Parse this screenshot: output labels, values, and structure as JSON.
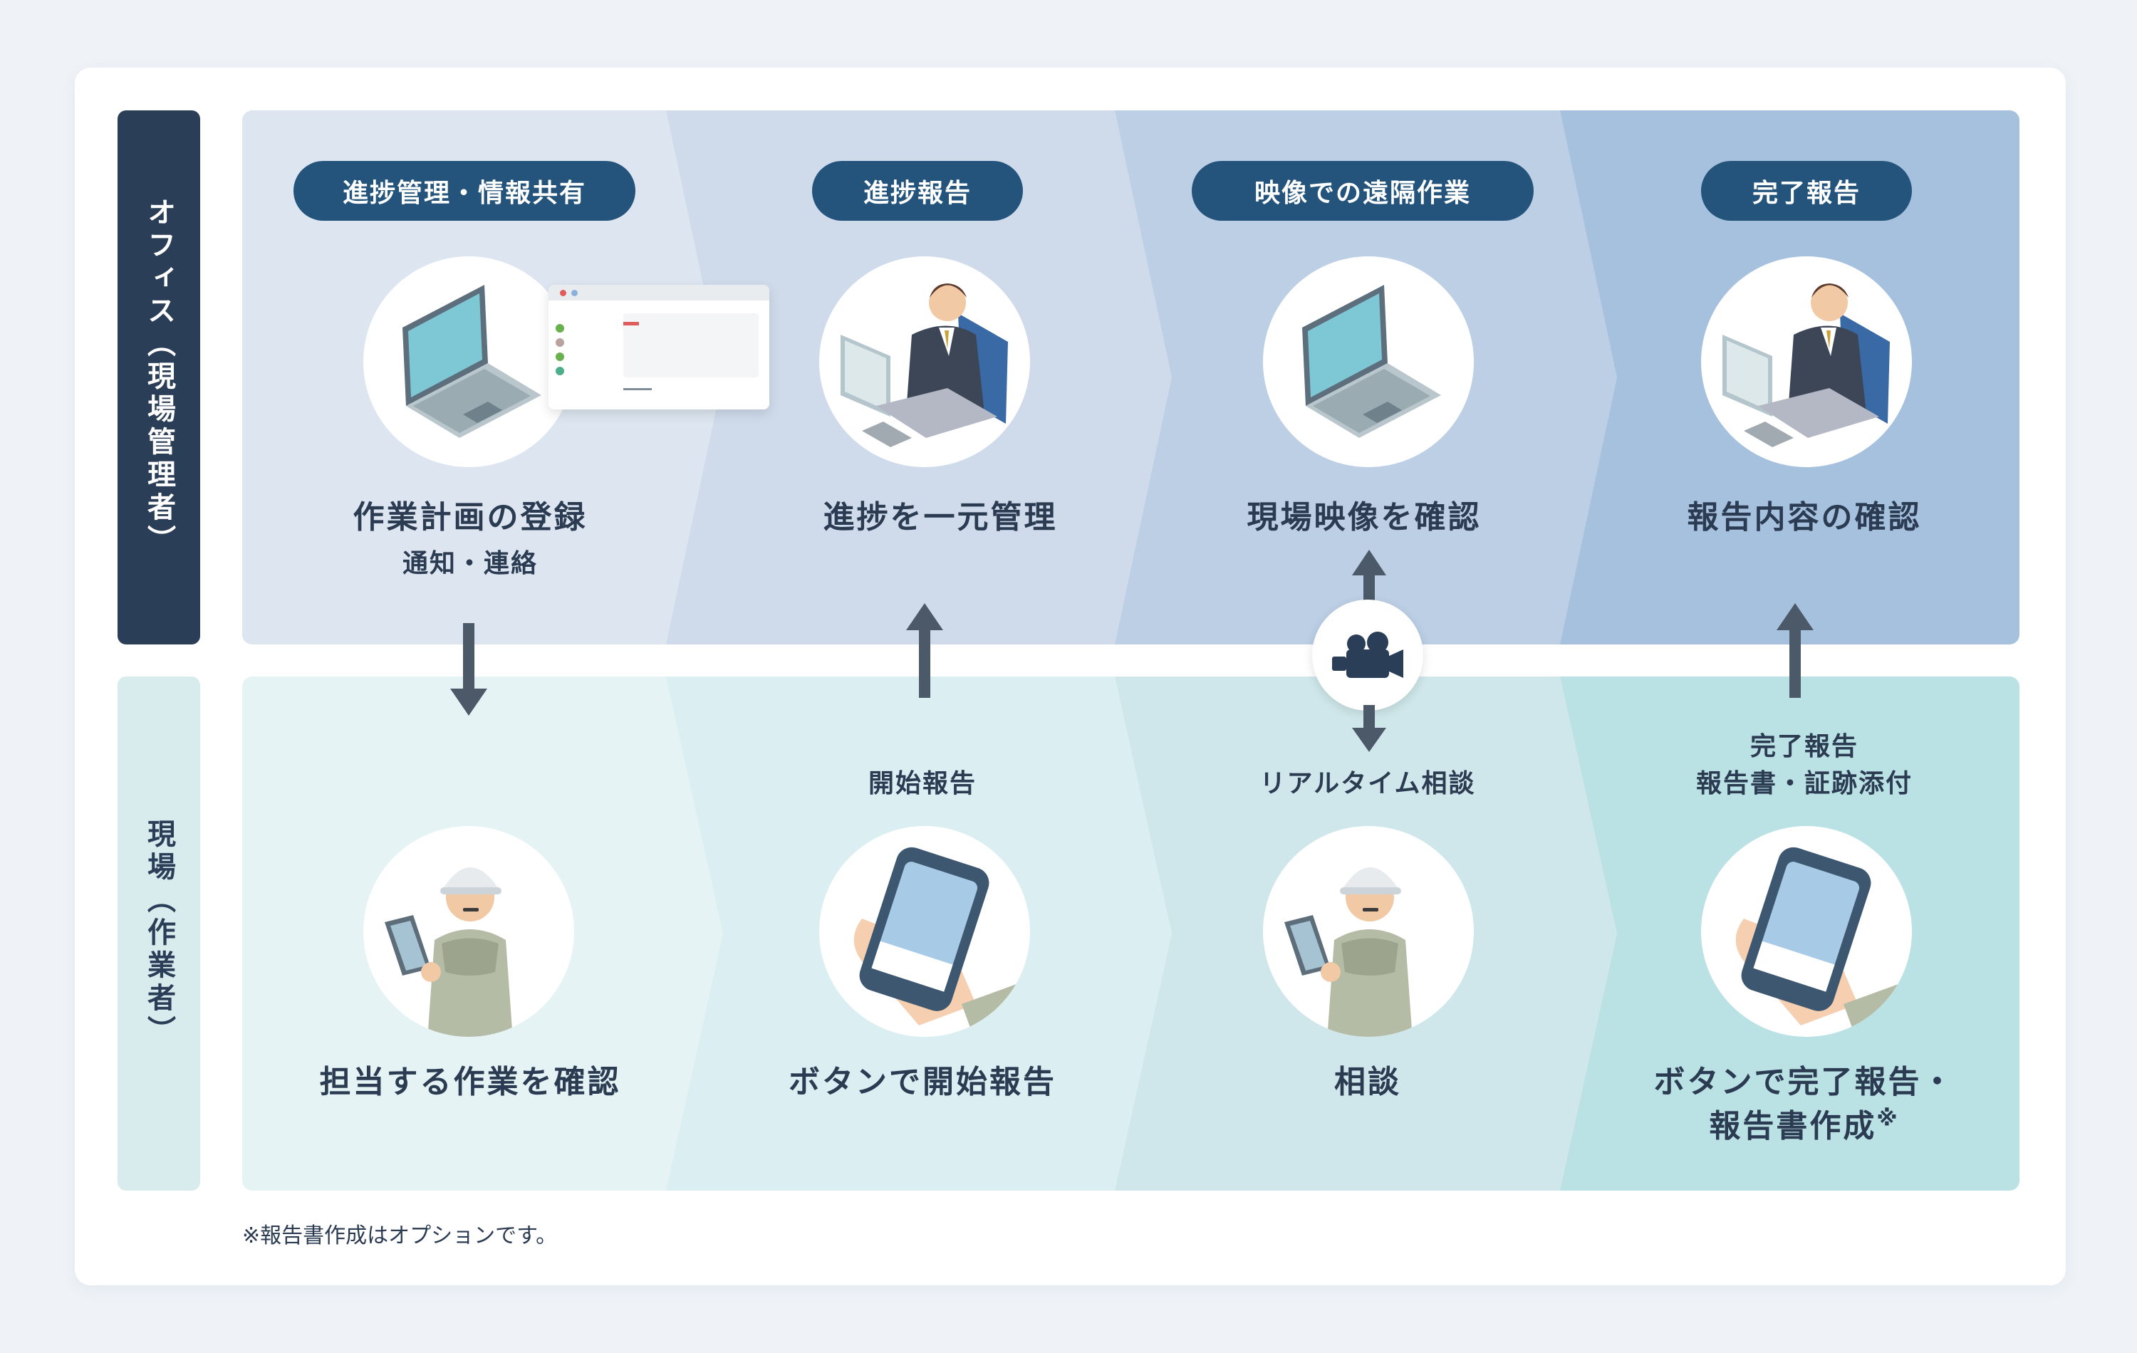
{
  "rows": {
    "office_label": "オフィス（現場管理者）",
    "field_label": "現場（作業者）"
  },
  "steps": [
    {
      "pill": "進捗管理・情報共有",
      "office_title": "作業計画の登録",
      "office_sub": "通知・連絡",
      "field_title": "担当する作業を確認"
    },
    {
      "pill": "進捗報告",
      "office_title": "進捗を一元管理",
      "field_top": "開始報告",
      "field_title": "ボタンで開始報告"
    },
    {
      "pill": "映像での遠隔作業",
      "office_title": "現場映像を確認",
      "field_top": "リアルタイム相談",
      "field_title": "相談"
    },
    {
      "pill": "完了報告",
      "office_title": "報告内容の確認",
      "field_top_line1": "完了報告",
      "field_top_line2": "報告書・証跡添付",
      "field_title_line1": "ボタンで完了報告・",
      "field_title_line2": "報告書作成",
      "field_title_mark": "※"
    }
  ],
  "footnote": "※報告書作成はオプションです。",
  "icons": [
    "laptop-icon",
    "app-window-icon",
    "office-worker-icon",
    "construction-worker-icon",
    "smartphone-hand-icon",
    "video-camera-icon",
    "arrow-icon"
  ],
  "colors": {
    "office_band": [
      "#dde6f0",
      "#cfdbeb",
      "#bccfe5",
      "#a6c1de"
    ],
    "field_band": [
      "#e6f3f5",
      "#dbeff2",
      "#cfe7ea",
      "#bae1e4"
    ],
    "pill": "#24547c",
    "side_label_dark": "#2a3e58",
    "arrow": "#4b5968"
  }
}
